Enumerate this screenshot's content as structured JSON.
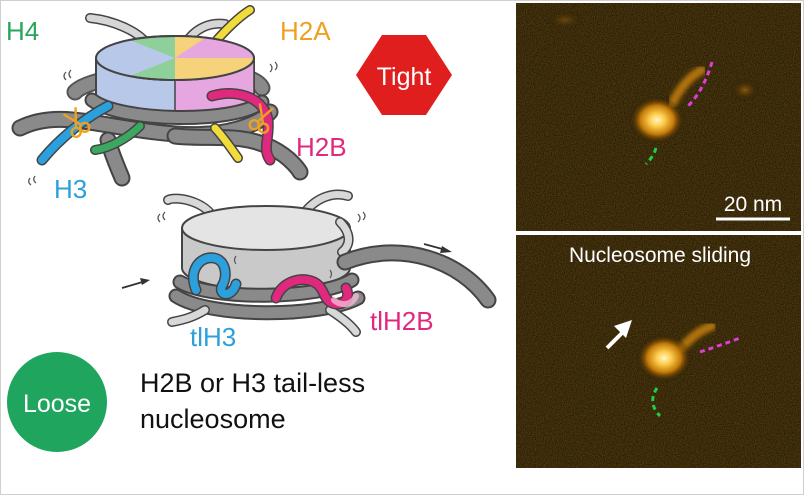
{
  "labels": {
    "h4": "H4",
    "h2a": "H2A",
    "h3": "H3",
    "h2b": "H2B",
    "tlh3": "tlH3",
    "tlh2b": "tlH2B"
  },
  "badges": {
    "tight": "Tight",
    "loose": "Loose"
  },
  "caption": {
    "line1": "H2B or H3 tail-less",
    "line2": "nucleosome"
  },
  "afm": {
    "scale_bar": "20 nm",
    "bottom_title": "Nucleosome sliding"
  },
  "colors": {
    "h4": "#2aa55a",
    "h2a": "#f0a020",
    "h3": "#2ba0dc",
    "h2b": "#e0287e",
    "tight": "#e01e1e",
    "loose": "#1fa55e",
    "dna": "#7d7d7d",
    "grey_tail": "#cfcfcf"
  }
}
